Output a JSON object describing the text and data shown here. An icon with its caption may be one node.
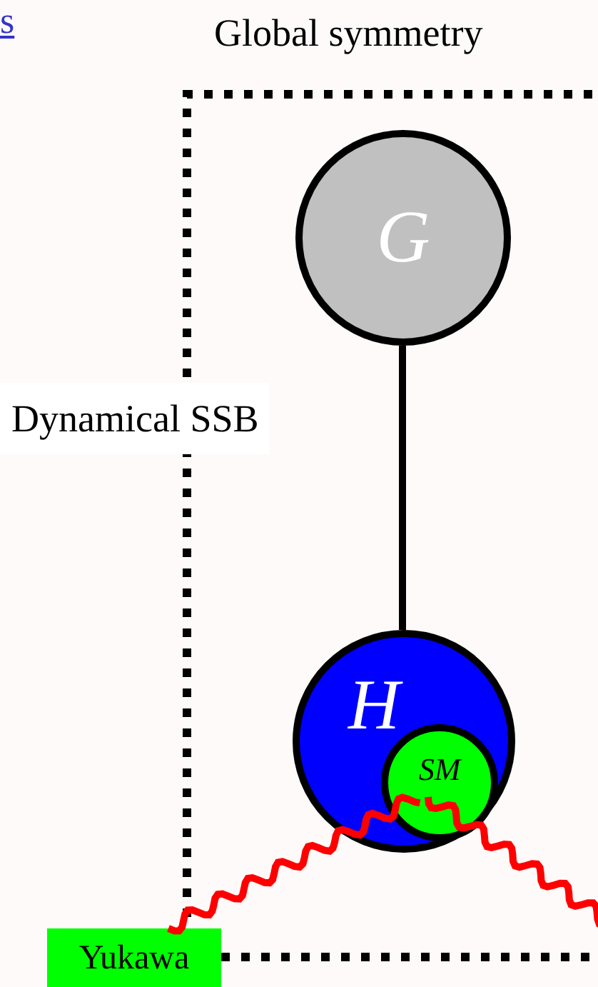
{
  "diagram": {
    "nodes": [
      {
        "text": [
          "G"
        ]
      },
      {
        "text": [
          "H"
        ]
      },
      {
        "text": [
          "SM"
        ],
        "in": 1
      },
      {
        "text": [
          "Yukawa"
        ]
      }
    ],
    "edges": [
      {
        "from": 0,
        "to": 1,
        "arrow": "none",
        "color": "#000000"
      },
      {
        "from": 3,
        "to": 2,
        "arrow": "none"
      },
      {
        "from": 2,
        "to": null,
        "arrow": "none"
      }
    ],
    "labels": [
      "s",
      "Global symmetry",
      "Dynamical SSB"
    ]
  }
}
